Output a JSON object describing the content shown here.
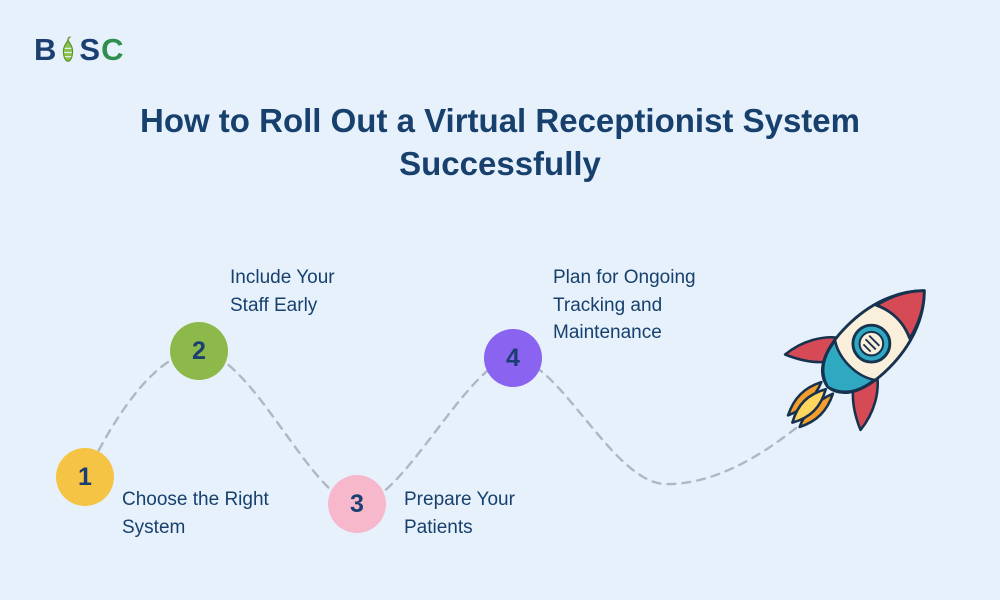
{
  "logo": {
    "letter_b": "B",
    "letter_s": "S",
    "letter_c": "C",
    "pear_color": "#7cb342"
  },
  "title": "How to Roll Out a Virtual Receptionist System Successfully",
  "steps": [
    {
      "number": "1",
      "label": "Choose the Right System",
      "color": "#f6c445"
    },
    {
      "number": "2",
      "label": "Include Your Staff Early",
      "color": "#8db94a"
    },
    {
      "number": "3",
      "label": "Prepare Your Patients",
      "color": "#f6b8ca"
    },
    {
      "number": "4",
      "label": "Plan for Ongoing Tracking and Maintenance",
      "color": "#8a63f0"
    }
  ],
  "colors": {
    "background": "#e7f1fc",
    "title_text": "#17406d",
    "dashed_line": "#aeb8c4",
    "step_number_text": "#1c3f72"
  },
  "icons": {
    "rocket": "rocket-illustration",
    "pear": "pear-logo-icon"
  }
}
